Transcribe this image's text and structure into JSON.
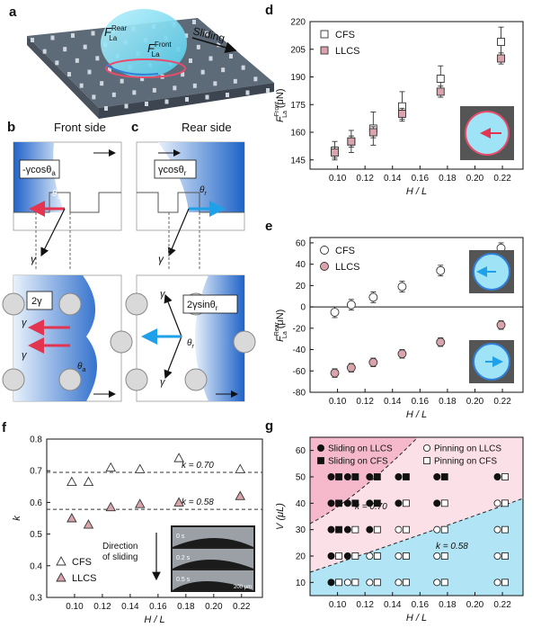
{
  "panels": {
    "a": {
      "letter": "a",
      "label_rear": "F",
      "label_rear_sup": "Rear",
      "label_rear_sub": "La",
      "label_front": "F",
      "label_front_sup": "Front",
      "label_front_sub": "La",
      "sliding": "Sliding"
    },
    "b": {
      "letter": "b",
      "title": "Front side",
      "force_top": "-γcosθ",
      "force_top_sub": "a",
      "theta": "θ",
      "theta_sub": "a",
      "gamma": "γ",
      "force_bottom": "2γ",
      "gamma1": "γ",
      "gamma2": "γ"
    },
    "c": {
      "letter": "c",
      "title": "Rear side",
      "force_top": "γcosθ",
      "force_top_sub": "r",
      "theta": "θ",
      "theta_sub": "r",
      "gamma": "γ",
      "force_bottom": "2γsinθ",
      "force_bottom_sub": "r",
      "gamma1": "γ",
      "gamma2": "γ"
    },
    "g_annotation_high": "k = 0.70",
    "g_annotation_low": "k = 0.58",
    "f_direction": "Direction\nof sliding",
    "f_inset_times": [
      "0 s",
      "0.2 s",
      "0.5 s"
    ],
    "f_inset_scale": "200 μm"
  },
  "chart_data": [
    {
      "id": "d",
      "letter": "d",
      "type": "scatter",
      "xlabel": "H / L",
      "ylabel": "F",
      "ylabel_sup": "Front",
      "ylabel_sub": "La",
      "ylabel_unit": "(μN)",
      "xlim": [
        0.08,
        0.235
      ],
      "ylim": [
        140,
        220
      ],
      "xticks": [
        "0.10",
        "0.12",
        "0.14",
        "0.16",
        "0.18",
        "0.20",
        "0.22"
      ],
      "yticks": [
        "145",
        "160",
        "175",
        "190",
        "205",
        "220"
      ],
      "legend": "top-left",
      "series": [
        {
          "name": "CFS",
          "marker": "open-square",
          "color": "#333333",
          "x": [
            0.098,
            0.11,
            0.126,
            0.147,
            0.175,
            0.219
          ],
          "y": [
            150,
            155,
            162,
            174,
            189,
            209
          ],
          "err": [
            5,
            6,
            9,
            8,
            7,
            8
          ]
        },
        {
          "name": "LLCS",
          "marker": "pink-square",
          "color": "#d9a4ab",
          "x": [
            0.098,
            0.11,
            0.126,
            0.147,
            0.175,
            0.219
          ],
          "y": [
            149,
            155,
            160,
            170,
            182,
            200
          ],
          "err": [
            3,
            3,
            3,
            3,
            3,
            3
          ]
        }
      ]
    },
    {
      "id": "e",
      "letter": "e",
      "type": "scatter",
      "xlabel": "H / L",
      "ylabel": "F",
      "ylabel_sup": "Rear",
      "ylabel_sub": "La",
      "ylabel_unit": "(μN)",
      "xlim": [
        0.08,
        0.235
      ],
      "ylim": [
        -80,
        65
      ],
      "xticks": [
        "0.10",
        "0.12",
        "0.14",
        "0.16",
        "0.18",
        "0.20",
        "0.22"
      ],
      "yticks": [
        "-80",
        "-60",
        "-40",
        "-20",
        "0",
        "20",
        "40",
        "60"
      ],
      "legend": "top-left",
      "series": [
        {
          "name": "CFS",
          "marker": "open-circle",
          "color": "#333333",
          "x": [
            0.098,
            0.11,
            0.126,
            0.147,
            0.175,
            0.219
          ],
          "y": [
            -5,
            2,
            9,
            19,
            34,
            55
          ],
          "err": [
            5,
            5,
            5,
            5,
            5,
            5
          ]
        },
        {
          "name": "LLCS",
          "marker": "pink-circle",
          "color": "#d9a4ab",
          "x": [
            0.098,
            0.11,
            0.126,
            0.147,
            0.175,
            0.219
          ],
          "y": [
            -62,
            -57,
            -52,
            -44,
            -33,
            -17
          ],
          "err": [
            4,
            4,
            4,
            4,
            4,
            4
          ]
        }
      ]
    },
    {
      "id": "f",
      "letter": "f",
      "type": "scatter",
      "xlabel": "H / L",
      "ylabel": "k",
      "xlim": [
        0.08,
        0.235
      ],
      "ylim": [
        0.3,
        0.8
      ],
      "xticks": [
        "0.10",
        "0.12",
        "0.14",
        "0.16",
        "0.18",
        "0.20",
        "0.22"
      ],
      "yticks": [
        "0.3",
        "0.4",
        "0.5",
        "0.6",
        "0.7",
        "0.8"
      ],
      "legend": "bottom-left",
      "reference_lines": [
        0.695,
        0.578
      ],
      "series": [
        {
          "name": "CFS",
          "marker": "open-triangle",
          "color": "#333333",
          "x": [
            0.098,
            0.11,
            0.126,
            0.147,
            0.175,
            0.219
          ],
          "y": [
            0.665,
            0.665,
            0.71,
            0.705,
            0.74,
            0.705
          ]
        },
        {
          "name": "LLCS",
          "marker": "pink-triangle",
          "color": "#d9a4ab",
          "x": [
            0.098,
            0.11,
            0.126,
            0.147,
            0.175,
            0.219
          ],
          "y": [
            0.55,
            0.53,
            0.585,
            0.595,
            0.6,
            0.62
          ]
        }
      ]
    },
    {
      "id": "g",
      "letter": "g",
      "type": "scatter",
      "xlabel": "H / L",
      "ylabel": "V (μL)",
      "xlim": [
        0.08,
        0.235
      ],
      "ylim": [
        5,
        65
      ],
      "xticks": [
        "0.10",
        "0.12",
        "0.14",
        "0.16",
        "0.18",
        "0.20",
        "0.22"
      ],
      "yticks": [
        "10",
        "20",
        "30",
        "40",
        "50",
        "60"
      ],
      "legend": "top",
      "legend_entries": [
        "Sliding on LLCS",
        "Sliding on CFS",
        "Pinning on LLCS",
        "Pinning on CFS"
      ],
      "x": [
        0.098,
        0.11,
        0.126,
        0.147,
        0.175,
        0.219
      ],
      "volumes": [
        10,
        20,
        30,
        40,
        50
      ],
      "llcs_sliding": [
        [
          true,
          false,
          false,
          false,
          false,
          false
        ],
        [
          true,
          true,
          false,
          false,
          false,
          false
        ],
        [
          true,
          true,
          true,
          false,
          false,
          false
        ],
        [
          true,
          true,
          true,
          true,
          true,
          false
        ],
        [
          true,
          true,
          true,
          true,
          true,
          true
        ]
      ],
      "cfs_sliding": [
        [
          false,
          false,
          false,
          false,
          false,
          false
        ],
        [
          false,
          false,
          false,
          false,
          false,
          false
        ],
        [
          true,
          false,
          false,
          false,
          false,
          false
        ],
        [
          true,
          true,
          true,
          false,
          false,
          false
        ],
        [
          true,
          true,
          true,
          true,
          true,
          false
        ]
      ]
    }
  ]
}
